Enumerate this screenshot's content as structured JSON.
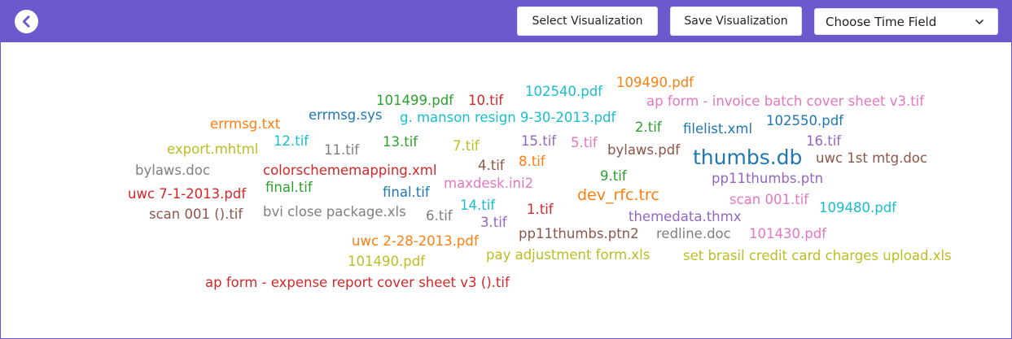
{
  "header": {
    "back_icon": "chevron-left-icon",
    "select_visualization_label": "Select Visualization",
    "save_visualization_label": "Save Visualization",
    "time_field": {
      "selected": "Choose Time Field",
      "icon": "chevron-down-icon"
    },
    "colors": {
      "bar": "#6a5acd",
      "button_bg": "#ffffff"
    }
  },
  "word_cloud": {
    "words": [
      {
        "text": "109490.pdf",
        "color": "#ff7f0e"
      },
      {
        "text": "102540.pdf",
        "color": "#17becf"
      },
      {
        "text": "101499.pdf",
        "color": "#2ca02c"
      },
      {
        "text": "10.tif",
        "color": "#d62728"
      },
      {
        "text": "ap form - invoice batch cover sheet v3.tif",
        "color": "#e377c2"
      },
      {
        "text": "errmsg.sys",
        "color": "#1f77b4"
      },
      {
        "text": "g. manson resign 9-30-2013.pdf",
        "color": "#17becf"
      },
      {
        "text": "102550.pdf",
        "color": "#1f77b4"
      },
      {
        "text": "errmsg.txt",
        "color": "#ff7f0e"
      },
      {
        "text": "2.tif",
        "color": "#2ca02c"
      },
      {
        "text": "filelist.xml",
        "color": "#1f77b4"
      },
      {
        "text": "12.tif",
        "color": "#17becf"
      },
      {
        "text": "13.tif",
        "color": "#2ca02c"
      },
      {
        "text": "15.tif",
        "color": "#9467bd"
      },
      {
        "text": "5.tif",
        "color": "#e377c2"
      },
      {
        "text": "16.tif",
        "color": "#9467bd"
      },
      {
        "text": "export.mhtml",
        "color": "#bcbd22"
      },
      {
        "text": "11.tif",
        "color": "#7f7f7f"
      },
      {
        "text": "7.tif",
        "color": "#bcbd22"
      },
      {
        "text": "bylaws.pdf",
        "color": "#8c564b"
      },
      {
        "text": "thumbs.db",
        "color": "#1f77b4"
      },
      {
        "text": "uwc 1st mtg.doc",
        "color": "#8c564b"
      },
      {
        "text": "8.tif",
        "color": "#ff7f0e"
      },
      {
        "text": "4.tif",
        "color": "#8c564b"
      },
      {
        "text": "bylaws.doc",
        "color": "#7f7f7f"
      },
      {
        "text": "colorschememapping.xml",
        "color": "#d62728"
      },
      {
        "text": "9.tif",
        "color": "#2ca02c"
      },
      {
        "text": "pp11thumbs.ptn",
        "color": "#9467bd"
      },
      {
        "text": "maxdesk.ini2",
        "color": "#e377c2"
      },
      {
        "text": "final.tif",
        "color": "#2ca02c"
      },
      {
        "text": "final.tif",
        "color": "#1f77b4"
      },
      {
        "text": "uwc 7-1-2013.pdf",
        "color": "#d62728"
      },
      {
        "text": "dev_rfc.trc",
        "color": "#ff7f0e"
      },
      {
        "text": "scan 001.tif",
        "color": "#e377c2"
      },
      {
        "text": "14.tif",
        "color": "#17becf"
      },
      {
        "text": "109480.pdf",
        "color": "#17becf"
      },
      {
        "text": "1.tif",
        "color": "#d62728"
      },
      {
        "text": "scan 001 ().tif",
        "color": "#8c564b"
      },
      {
        "text": "bvi close package.xls",
        "color": "#7f7f7f"
      },
      {
        "text": "6.tif",
        "color": "#7f7f7f"
      },
      {
        "text": "themedata.thmx",
        "color": "#9467bd"
      },
      {
        "text": "3.tif",
        "color": "#9467bd"
      },
      {
        "text": "pp11thumbs.ptn2",
        "color": "#8c564b"
      },
      {
        "text": "redline.doc",
        "color": "#7f7f7f"
      },
      {
        "text": "101430.pdf",
        "color": "#e377c2"
      },
      {
        "text": "uwc 2-28-2013.pdf",
        "color": "#ff7f0e"
      },
      {
        "text": "pay adjustment form.xls",
        "color": "#bcbd22"
      },
      {
        "text": "set brasil credit card charges upload.xls",
        "color": "#bcbd22"
      },
      {
        "text": "101490.pdf",
        "color": "#bcbd22"
      },
      {
        "text": "ap form - expense report cover sheet v3 ().tif",
        "color": "#d62728"
      }
    ]
  }
}
